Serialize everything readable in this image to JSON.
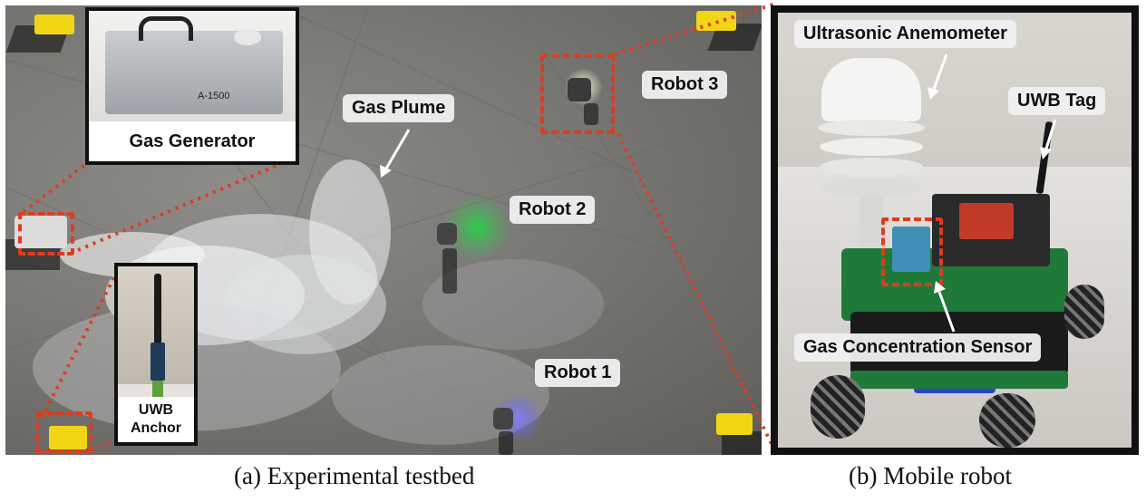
{
  "panel_a": {
    "caption": "(a) Experimental testbed",
    "labels": {
      "gas_generator": "Gas Generator",
      "gas_plume": "Gas Plume",
      "robot_1": "Robot 1",
      "robot_2": "Robot 2",
      "robot_3": "Robot 3",
      "uwb_anchor": "UWB\nAnchor"
    },
    "generator_text": "A-1500"
  },
  "panel_b": {
    "caption": "(b) Mobile robot",
    "labels": {
      "anemometer": "Ultrasonic Anemometer",
      "uwb_tag": "UWB Tag",
      "gas_sensor": "Gas Concentration Sensor"
    }
  },
  "colors": {
    "highlight": "#e23a1e",
    "robot2_glow": "#29d14a",
    "robot1_glow": "#6f6cff",
    "anchor_yellow": "#f1d616"
  }
}
